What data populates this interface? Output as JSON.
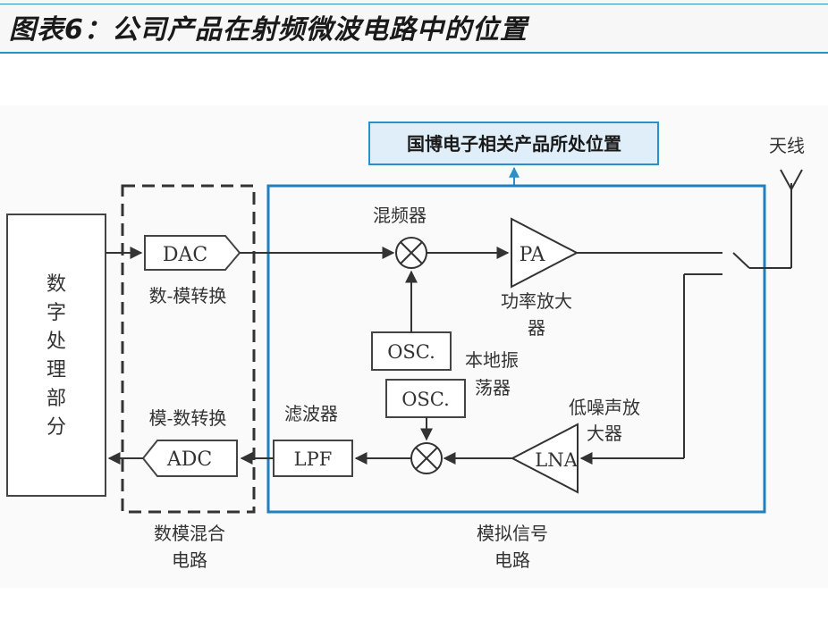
{
  "header": {
    "title": "图表6：公司产品在射频微波电路中的位置"
  },
  "diagram": {
    "callout": "国博电子相关产品所处位置",
    "antenna_label": "天线",
    "digital_block": [
      "数",
      "字",
      "处",
      "理",
      "部",
      "分"
    ],
    "dac": "DAC",
    "dac_label": "数-模转换",
    "adc": "ADC",
    "adc_label": "模-数转换",
    "mixed_circuit_label_line1": "数模混合",
    "mixed_circuit_label_line2": "电路",
    "mixer_label": "混频器",
    "pa": "PA",
    "pa_label_line1": "功率放大",
    "pa_label_line2": "器",
    "osc1": "OSC.",
    "osc2": "OSC.",
    "osc_label_line1": "本地振",
    "osc_label_line2": "荡器",
    "lna": "LNA",
    "lna_label_line1": "低噪声放",
    "lna_label_line2": "大器",
    "lpf": "LPF",
    "lpf_label": "滤波器",
    "analog_label_line1": "模拟信号",
    "analog_label_line2": "电路"
  },
  "colors": {
    "accent": "#2b8fca",
    "callout_bg": "#dfeef8",
    "line": "#333333"
  }
}
